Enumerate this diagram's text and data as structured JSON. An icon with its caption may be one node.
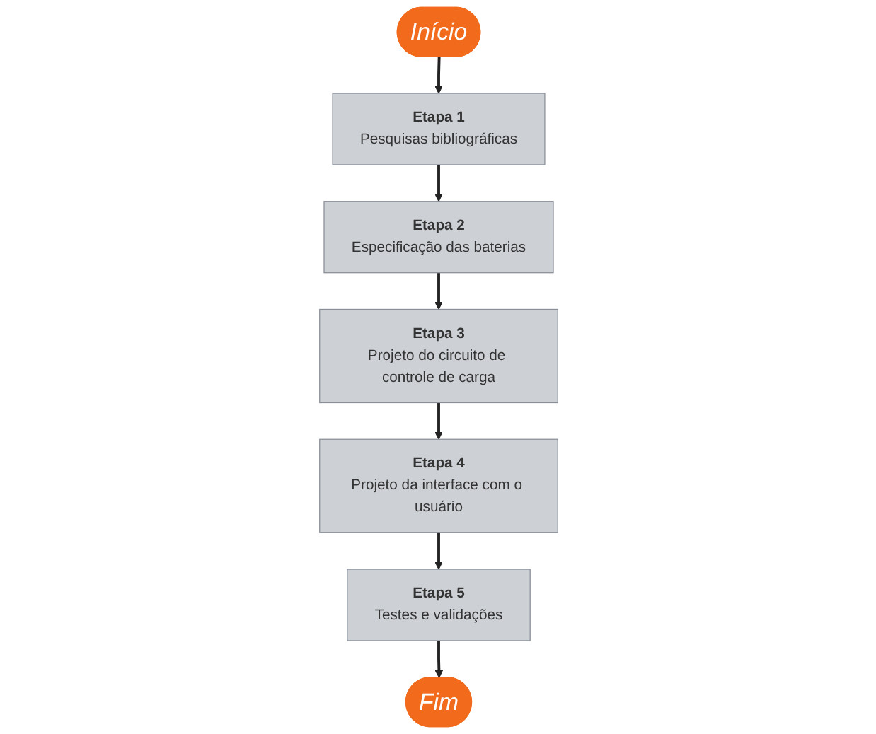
{
  "diagram": {
    "nodes": [
      {
        "text": [
          "Início"
        ]
      },
      {
        "text": [
          "Etapa 1",
          "Pesquisas bibliográficas"
        ]
      },
      {
        "text": [
          "Etapa 2",
          "Especificação das baterias"
        ]
      },
      {
        "text": [
          "Etapa 3",
          "Projeto do circuito de controle de carga"
        ]
      },
      {
        "text": [
          "Etapa 4",
          "Projeto da interface com o usuário"
        ]
      },
      {
        "text": [
          "Etapa 5",
          "Testes e validações"
        ]
      },
      {
        "text": [
          "Fim"
        ]
      }
    ],
    "edges": [
      {
        "from": 0,
        "to": 1,
        "arrow": "to"
      },
      {
        "from": 1,
        "to": 2,
        "arrow": "to"
      },
      {
        "from": 2,
        "to": 3,
        "arrow": "to"
      },
      {
        "from": 3,
        "to": 4,
        "arrow": "to"
      },
      {
        "from": 4,
        "to": 5,
        "arrow": "to"
      },
      {
        "from": 5,
        "to": 6,
        "arrow": "to"
      }
    ]
  }
}
